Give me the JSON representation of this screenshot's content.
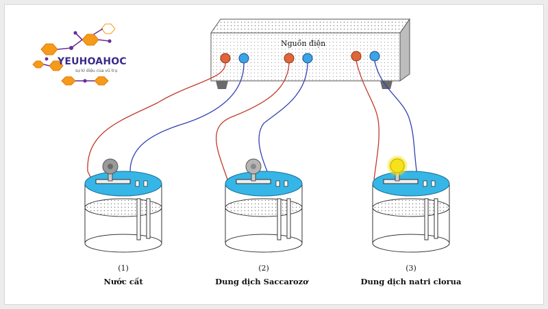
{
  "logo": {
    "name": "YEUHOAHOC",
    "tagline": "sự kì diệu của vũ trụ"
  },
  "source_label": "Nguồn điện",
  "beakers": [
    {
      "number": "(1)",
      "caption": "Nước cất",
      "bulb": "off"
    },
    {
      "number": "(2)",
      "caption": "Dung dịch Saccarozơ",
      "bulb": "off"
    },
    {
      "number": "(3)",
      "caption": "Dung dịch natri clorua",
      "bulb": "on"
    }
  ],
  "colors": {
    "wire_red": "#c0392b",
    "wire_blue": "#3040b0",
    "lid": "#35b6e6",
    "bulb_off": "#9a9a9a",
    "bulb_on": "#f5e21c",
    "terminal_red": "#e0663a",
    "terminal_blue": "#3aa4e8",
    "logo_orange": "#f59a1a",
    "logo_purple": "#6a2d9a"
  }
}
